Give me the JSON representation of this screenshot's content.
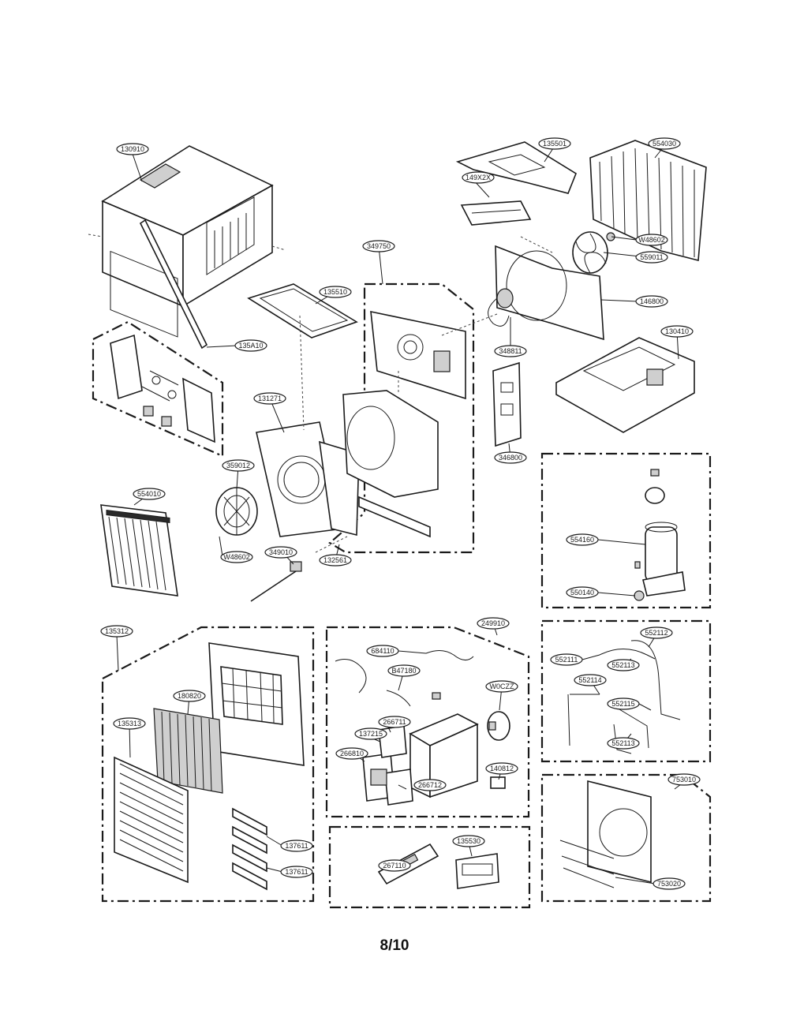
{
  "page_number": "8/10",
  "callouts": [
    {
      "id": "c1",
      "label": "130910"
    },
    {
      "id": "c2",
      "label": "135501"
    },
    {
      "id": "c3",
      "label": "554030"
    },
    {
      "id": "c4",
      "label": "149X2X"
    },
    {
      "id": "c5",
      "label": "W48602"
    },
    {
      "id": "c6",
      "label": "559011"
    },
    {
      "id": "c7",
      "label": "349750"
    },
    {
      "id": "c8",
      "label": "135510"
    },
    {
      "id": "c9",
      "label": "146800"
    },
    {
      "id": "c10",
      "label": "135A10"
    },
    {
      "id": "c11",
      "label": "348811"
    },
    {
      "id": "c12",
      "label": "130410"
    },
    {
      "id": "c13",
      "label": "131271"
    },
    {
      "id": "c14",
      "label": "346800"
    },
    {
      "id": "c15",
      "label": "359012"
    },
    {
      "id": "c16",
      "label": "554010"
    },
    {
      "id": "c17",
      "label": "W48602"
    },
    {
      "id": "c18",
      "label": "349010"
    },
    {
      "id": "c19",
      "label": "132561"
    },
    {
      "id": "c20",
      "label": "554160"
    },
    {
      "id": "c21",
      "label": "550140"
    },
    {
      "id": "c22",
      "label": "135312"
    },
    {
      "id": "c23",
      "label": "249910"
    },
    {
      "id": "c24",
      "label": "684110"
    },
    {
      "id": "c25",
      "label": "180820"
    },
    {
      "id": "c26",
      "label": "B47180"
    },
    {
      "id": "c27",
      "label": "135313"
    },
    {
      "id": "c28",
      "label": "W0CZZ"
    },
    {
      "id": "c29",
      "label": "137215"
    },
    {
      "id": "c30",
      "label": "266711"
    },
    {
      "id": "c31",
      "label": "266810"
    },
    {
      "id": "c32",
      "label": "140812"
    },
    {
      "id": "c33",
      "label": "266712"
    },
    {
      "id": "c34",
      "label": "137611"
    },
    {
      "id": "c35",
      "label": "137611"
    },
    {
      "id": "c36",
      "label": "552112"
    },
    {
      "id": "c37",
      "label": "552111"
    },
    {
      "id": "c38",
      "label": "552113"
    },
    {
      "id": "c39",
      "label": "552114"
    },
    {
      "id": "c40",
      "label": "552115"
    },
    {
      "id": "c41",
      "label": "552113"
    },
    {
      "id": "c42",
      "label": "753010"
    },
    {
      "id": "c43",
      "label": "267110"
    },
    {
      "id": "c44",
      "label": "135530"
    },
    {
      "id": "c45",
      "label": "753020"
    }
  ]
}
